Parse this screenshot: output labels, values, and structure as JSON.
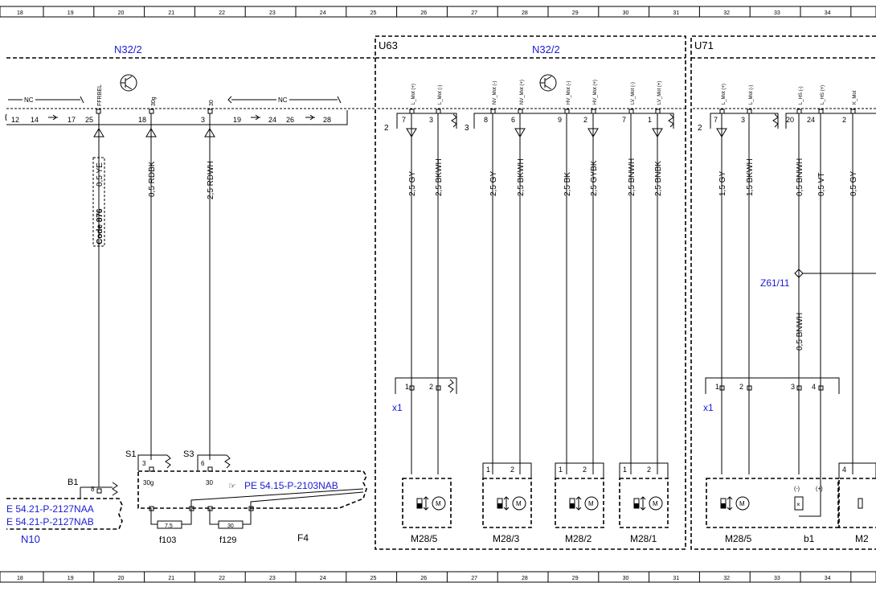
{
  "grid": {
    "columns": [
      "18",
      "19",
      "20",
      "21",
      "22",
      "23",
      "24",
      "25",
      "26",
      "27",
      "28",
      "29",
      "30",
      "31",
      "32",
      "33",
      "34"
    ]
  },
  "components": {
    "n32_2_left": "N32/2",
    "u63": "U63",
    "n32_2_right": "N32/2",
    "u71": "U71",
    "z61_11": "Z61/11",
    "x1_left": "x1",
    "x1_right": "x1",
    "n10": "N10",
    "f4": "F4",
    "b1": "B1",
    "s1": "S1",
    "s3": "S3",
    "f103": "f103",
    "f129": "f129",
    "code_876": "Code 876",
    "ref_pe": "PE 54.15-P-2103NAB",
    "ref_naa": "E 54.21-P-2127NAA",
    "ref_nab": "E 54.21-P-2127NAB"
  },
  "motors": [
    "M28/5",
    "M28/3",
    "M28/2",
    "M28/1",
    "M28/5",
    "b1",
    "M2"
  ],
  "fuses": {
    "f103_rating": "7,5",
    "f129_rating": "30"
  },
  "left_connector": {
    "pins": [
      "12",
      "14",
      "17",
      "25",
      "18",
      "3",
      "19",
      "24",
      "26",
      "28"
    ],
    "labels": {
      "ffrbel": "FFRBEL",
      "p30g": "30g",
      "p30": "30",
      "nc": "NC"
    }
  },
  "pin_labels": {
    "u63": [
      "L_Mot (+)",
      "L_Mot (-)",
      "NV_Mot (-)",
      "NV_Mot (+)",
      "HV_Mot (-)",
      "HV_Mot (+)",
      "LV_Mot (-)",
      "LV_Mot (+)"
    ],
    "u71": [
      "L_Mot (+)",
      "L_Mot (-)",
      "L_HS (-)",
      "L_HS (+)",
      "K_Mot"
    ]
  },
  "wires": {
    "w_ye": "0,5 YE",
    "w_rdbk": "0,5 RDBK",
    "w_rdwh": "2,5 RDWH",
    "u63": [
      "2,5 GY",
      "2,5 BKWH",
      "2,5 GY",
      "2,5 BKWH",
      "2,5 BK",
      "2,5 GYBK",
      "2,5 BNWH",
      "2,5 BNBK"
    ],
    "u71": [
      "1,5 GY",
      "1,5 BKWH",
      "0,5 BNWH",
      "0,5 VT",
      "0,5 GY"
    ],
    "u71_lower": "0,5 BNWH"
  },
  "pin_numbers": {
    "u63_top": [
      "2",
      "7",
      "3",
      "3",
      "8",
      "6",
      "9",
      "2",
      "7",
      "1"
    ],
    "u71_top": [
      "2",
      "7",
      "3",
      "20",
      "24",
      "2"
    ],
    "x1": [
      "1",
      "2",
      "1",
      "2",
      "3",
      "4"
    ],
    "motor_pins": [
      "1",
      "2",
      "1",
      "2",
      "1",
      "2",
      "4"
    ],
    "s1_pin": "3",
    "s3_pin": "6",
    "b1_pin": "8",
    "f4_30g": "30g",
    "f4_30": "30",
    "b1_minus": "(-)",
    "b1_plus": "(+)"
  }
}
